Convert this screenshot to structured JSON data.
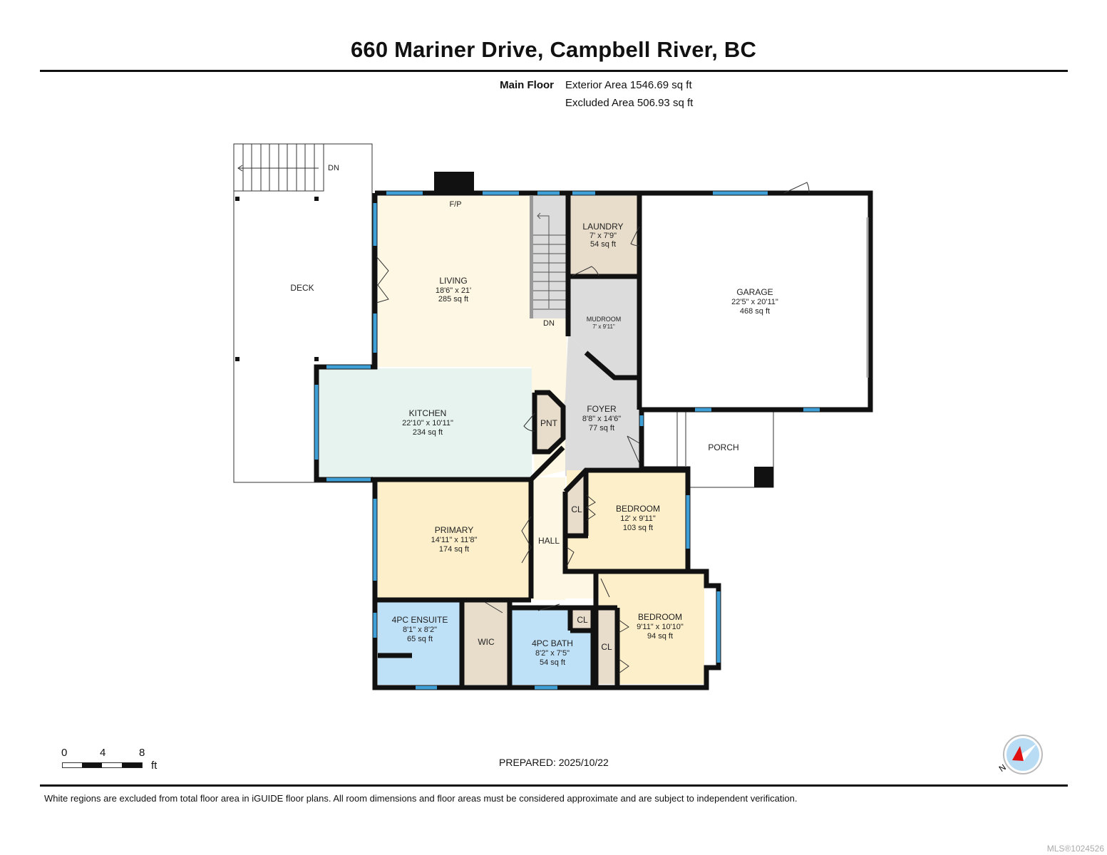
{
  "header": {
    "title": "660 Mariner Drive, Campbell River, BC",
    "floor_name": "Main Floor",
    "exterior_area": "Exterior Area 1546.69 sq ft",
    "excluded_area": "Excluded Area 506.93 sq ft"
  },
  "colors": {
    "wall": "#111111",
    "window": "#3fa0d8",
    "living_hall": "#fdf7e3",
    "kitchen": "#e6f3ee",
    "bedroom": "#fcefc9",
    "utility": "#e8dccb",
    "gray_area": "#dcdcdc",
    "bath": "#bfe1f8",
    "excluded": "#ffffff"
  },
  "rooms": {
    "deck": {
      "name": "DECK"
    },
    "deck_stairs": {
      "label": "DN"
    },
    "living": {
      "name": "LIVING",
      "dims": "18'6\" x 21'",
      "area": "285 sq ft",
      "fp": "F/P",
      "stairs": "DN"
    },
    "laundry": {
      "name": "LAUNDRY",
      "dims": "7' x 7'9\"",
      "area": "54 sq ft"
    },
    "garage": {
      "name": "GARAGE",
      "dims": "22'5\" x 20'11\"",
      "area": "468 sq ft"
    },
    "mudroom": {
      "name": "MUDROOM",
      "dims": "7' x 9'11\""
    },
    "kitchen": {
      "name": "KITCHEN",
      "dims": "22'10\" x 10'11\"",
      "area": "234 sq ft"
    },
    "pantry": {
      "name": "PNT"
    },
    "foyer": {
      "name": "FOYER",
      "dims": "8'8\" x 14'6\"",
      "area": "77 sq ft"
    },
    "porch": {
      "name": "PORCH"
    },
    "primary": {
      "name": "PRIMARY",
      "dims": "14'11\" x 11'8\"",
      "area": "174 sq ft"
    },
    "hall": {
      "name": "HALL"
    },
    "bedroom1": {
      "name": "BEDROOM",
      "dims": "12' x 9'11\"",
      "area": "103 sq ft",
      "closet": "CL"
    },
    "ensuite": {
      "name": "4PC ENSUITE",
      "dims": "8'1\" x 8'2\"",
      "area": "65 sq ft"
    },
    "wic": {
      "name": "WIC"
    },
    "bath": {
      "name": "4PC BATH",
      "dims": "8'2\" x 7'5\"",
      "area": "54 sq ft",
      "closet": "CL"
    },
    "bedroom2": {
      "name": "BEDROOM",
      "dims": "9'11\" x 10'10\"",
      "area": "94 sq ft",
      "closet": "CL"
    }
  },
  "scale_bar": {
    "ticks": [
      "0",
      "4",
      "8"
    ],
    "unit": "ft"
  },
  "compass": {
    "label": "N"
  },
  "footer": {
    "prepared": "PREPARED: 2025/10/22",
    "disclaimer": "White regions are excluded from total floor area in iGUIDE floor plans. All room dimensions and floor areas must be considered approximate and are subject to independent verification.",
    "mls": "MLS®1024526"
  }
}
